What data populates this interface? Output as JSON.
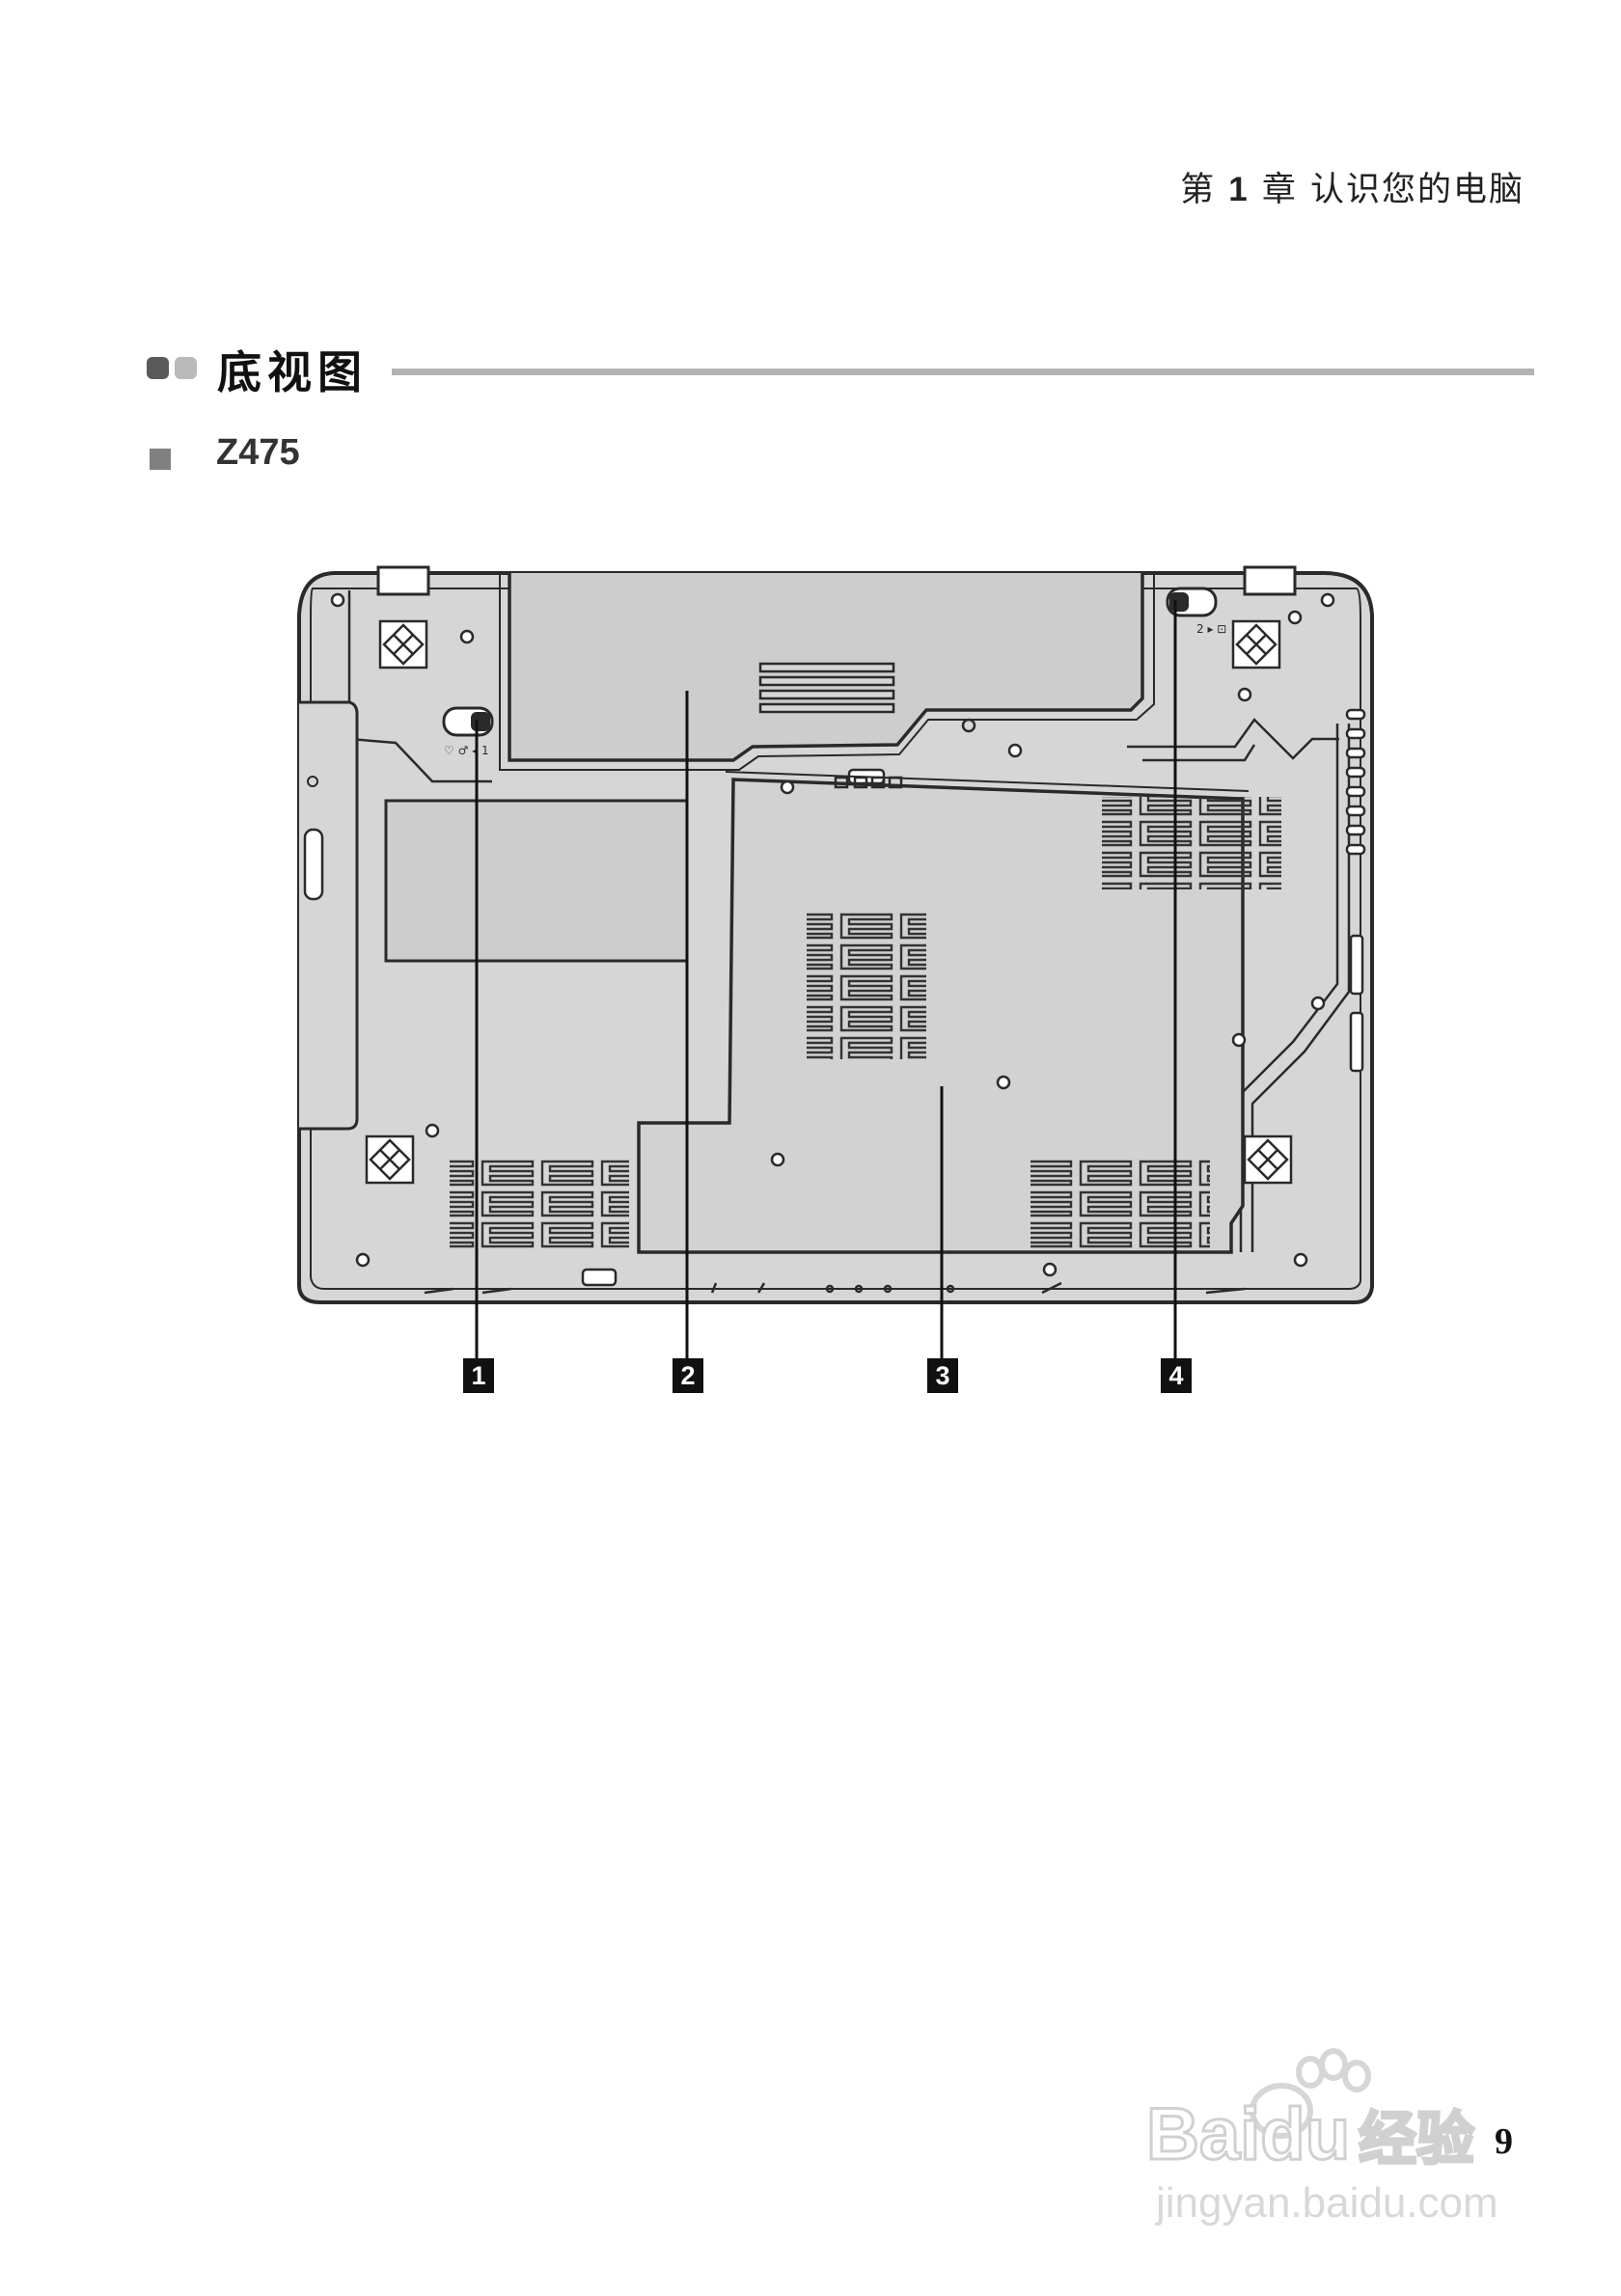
{
  "header": {
    "chapter_prefix": "第",
    "chapter_number": "1",
    "chapter_suffix": "章 认识您的电脑"
  },
  "section": {
    "title": "底视图"
  },
  "model": {
    "name": "Z475"
  },
  "figure": {
    "callouts": [
      "1",
      "2",
      "3",
      "4"
    ],
    "latch_left_text": "♡ ♂ ◂ 1",
    "latch_right_text": "2 ▸ ⊡"
  },
  "footer": {
    "page_number": "9"
  },
  "watermark": {
    "brand": "Baidu",
    "brand_cn": "经验",
    "url": "jingyan.baidu.com"
  },
  "colors": {
    "body_fill": "#d6d6d6",
    "outline": "#2a2a2a",
    "section_rule": "#b3b3b3"
  }
}
